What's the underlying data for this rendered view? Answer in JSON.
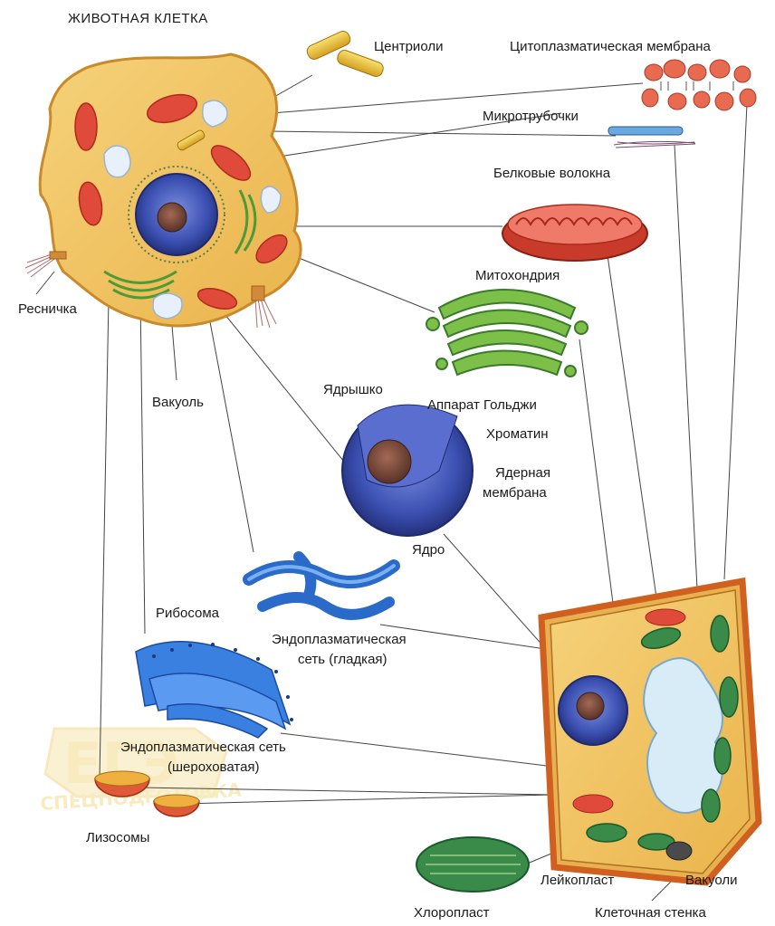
{
  "title": "ЖИВОТНАЯ КЛЕТКА",
  "labels": {
    "centrioles": "Центриоли",
    "cytoplasmic_membrane": "Цитоплазматическая мембрана",
    "microtubules": "Микротрубочки",
    "protein_fibers": "Белковые волокна",
    "mitochondrion": "Митохондрия",
    "cilium": "Ресничка",
    "golgi": "Аппарат Гольджи",
    "nucleolus": "Ядрышко",
    "chromatin": "Хроматин",
    "nuclear_membrane_1": "Ядерная",
    "nuclear_membrane_2": "мембрана",
    "vacuole": "Вакуоль",
    "nucleus": "Ядро",
    "ribosome": "Рибосома",
    "er_smooth_1": "Эндоплазматическая",
    "er_smooth_2": "сеть (гладкая)",
    "er_rough_1": "Эндоплазматическая сеть",
    "er_rough_2": "(шероховатая)",
    "lysosomes": "Лизосомы",
    "leucoplast": "Лейкопласт",
    "vacuoles": "Вакуоли",
    "chloroplast": "Хлоропласт",
    "cell_wall": "Клеточная стенка"
  },
  "watermark": {
    "logo_text": "ЕГЭ",
    "caption": "СПЕЦПОДГОТОВКА"
  },
  "colors": {
    "cytoplasm": "#f0c35a",
    "cell_outline": "#c88a2a",
    "cell_wall": "#e06a2a",
    "nucleus": "#3a4fb0",
    "nucleolus": "#7a4a3a",
    "mitochondrion": "#e04a3a",
    "golgi": "#5aa83a",
    "er": "#3a7ad8",
    "chloroplast": "#3a8a4a",
    "line": "#333333"
  }
}
